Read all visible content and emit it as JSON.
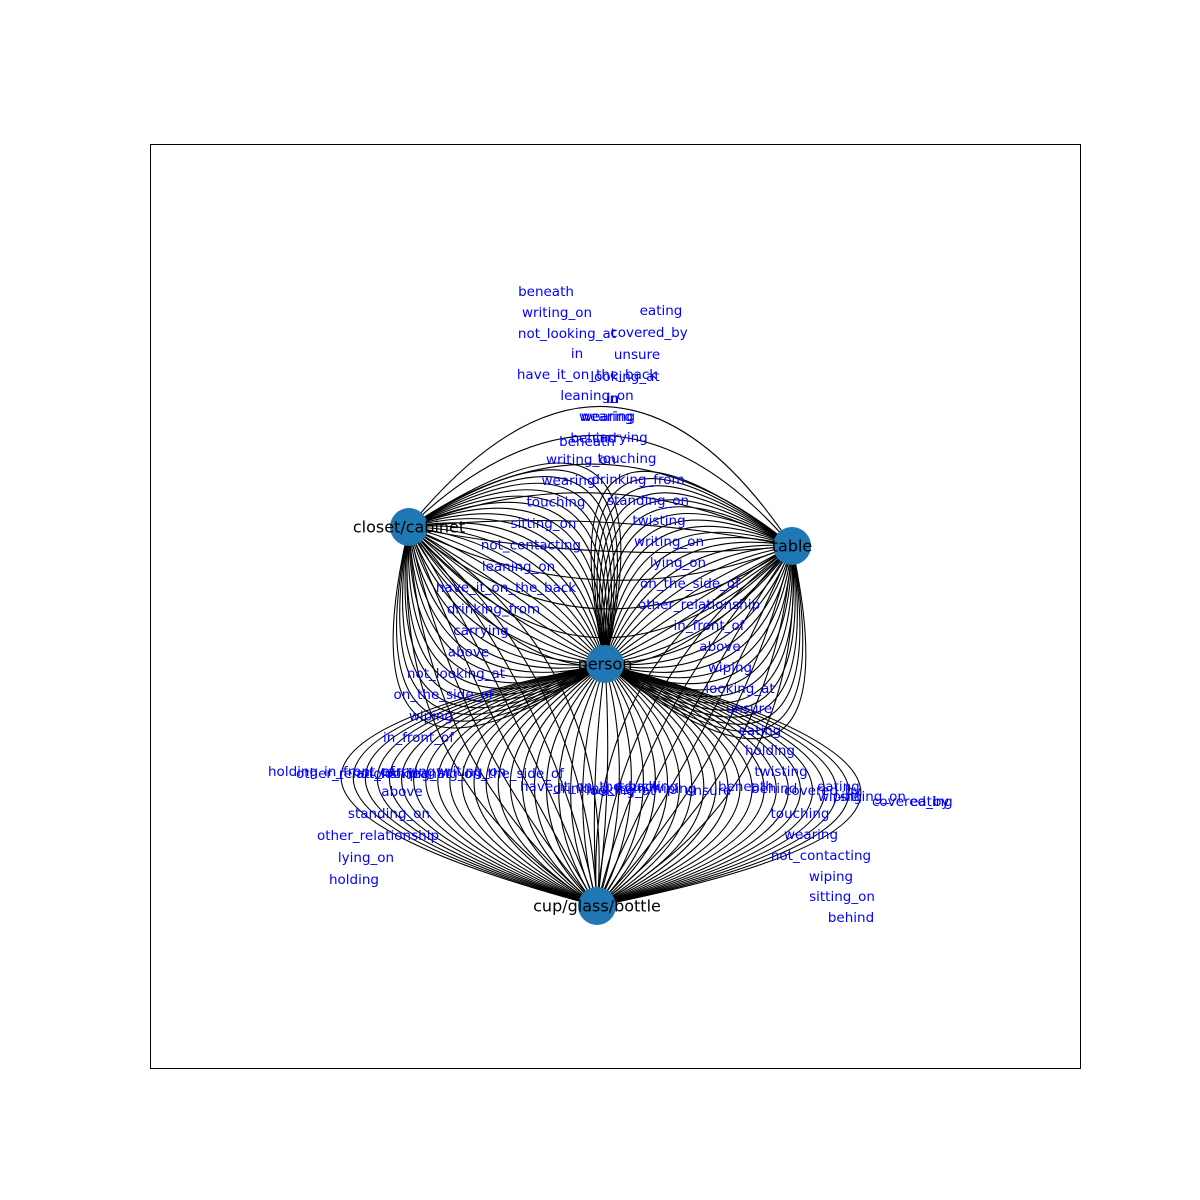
{
  "nodes": [
    {
      "id": "person",
      "label": "person"
    },
    {
      "id": "closet",
      "label": "closet/cabinet"
    },
    {
      "id": "table",
      "label": "table"
    },
    {
      "id": "cup",
      "label": "cup/glass/bottle"
    }
  ],
  "relations": {
    "person_closet": [
      "wearing",
      "behind",
      "writing_on",
      "wearing",
      "touching",
      "sitting_on",
      "not_contacting",
      "leaning_on",
      "have_it_on_the_back",
      "drinking_from",
      "carrying",
      "above",
      "not_looking_at",
      "on_the_side_of",
      "wiping",
      "in_front_of"
    ],
    "person_table": [
      "eating",
      "covered_by",
      "unsure",
      "looking_at",
      "in",
      "wearing",
      "carrying",
      "touching",
      "drinking_from",
      "standing_on",
      "twisting",
      "writing_on",
      "lying_on",
      "on_the_side_of",
      "other_relationship",
      "in_front_of",
      "above",
      "wiping",
      "looking_at",
      "unsure",
      "eating",
      "holding",
      "twisting",
      "sitting_on",
      "wiping"
    ],
    "person_table_stack": [
      "beneath",
      "writing_on",
      "not_looking_at",
      "in",
      "have_it_on_the_back",
      "leaning_on",
      "in",
      "beneath"
    ],
    "person_cup": [
      "above",
      "standing_on",
      "other_relationship",
      "lying_on",
      "holding",
      "touching",
      "wearing",
      "not_contacting",
      "wiping",
      "sitting_on",
      "behind"
    ],
    "cup_row_left": [
      "holding",
      "other_relationship",
      "in_front_of",
      "not_looking_at",
      "carrying",
      "leaning_on",
      "writing_on",
      "on_the_side_of"
    ],
    "cup_row_right": [
      "have_it_on_the_back",
      "drinking_from",
      "looking_at",
      "touching",
      "wiping",
      "unsure",
      "beneath",
      "behind",
      "covered_by",
      "eating"
    ]
  },
  "colors": {
    "node": "#1f77b4",
    "edge": "#000000",
    "edge_label": "#0000ff",
    "frame": "#000000"
  }
}
